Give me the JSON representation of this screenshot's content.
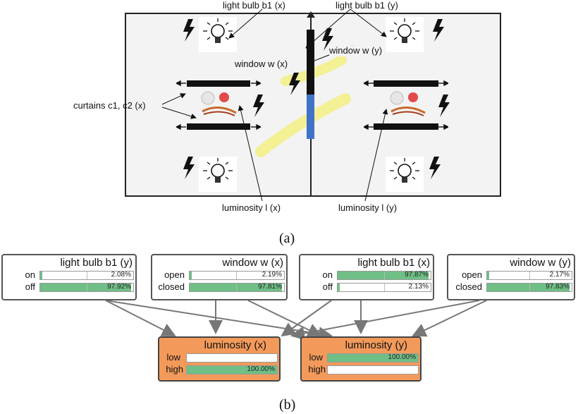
{
  "figure_a": {
    "labels": {
      "bulb_x": "light bulb b1 (x)",
      "bulb_y": "light bulb b1 (y)",
      "window_x": "window w (x)",
      "window_y": "window w (y)",
      "curtains": "curtains c1, c2 (x)",
      "lum_x": "luminosity l (x)",
      "lum_y": "luminosity l (y)"
    },
    "caption": "(a)"
  },
  "figure_b": {
    "caption": "(b)",
    "evidence_nodes": [
      {
        "title": "light bulb b1 (y)",
        "states": [
          {
            "label": "on",
            "pct": "2.08%",
            "value": 0.0208
          },
          {
            "label": "off",
            "pct": "97.92%",
            "value": 0.9792
          }
        ]
      },
      {
        "title": "window w (x)",
        "states": [
          {
            "label": "open",
            "pct": "2.19%",
            "value": 0.0219
          },
          {
            "label": "closed",
            "pct": "97.81%",
            "value": 0.9781
          }
        ]
      },
      {
        "title": "light bulb b1 (x)",
        "states": [
          {
            "label": "on",
            "pct": "97.87%",
            "value": 0.9787
          },
          {
            "label": "off",
            "pct": "2.13%",
            "value": 0.0213
          }
        ]
      },
      {
        "title": "window w (y)",
        "states": [
          {
            "label": "open",
            "pct": "2.17%",
            "value": 0.0217
          },
          {
            "label": "closed",
            "pct": "97.83%",
            "value": 0.9783
          }
        ]
      }
    ],
    "query_nodes": [
      {
        "title": "luminosity (x)",
        "states": [
          {
            "label": "low",
            "pct": "",
            "value": 0.0
          },
          {
            "label": "high",
            "pct": "100.00%",
            "value": 1.0
          }
        ]
      },
      {
        "title": "luminosity (y)",
        "states": [
          {
            "label": "low",
            "pct": "100.00%",
            "value": 1.0
          },
          {
            "label": "high",
            "pct": "",
            "value": 0.0
          }
        ]
      }
    ]
  },
  "colors": {
    "query_fill": "#f39a5b",
    "bar_fill": "#6fbf86",
    "light_beam": "#f4f08a",
    "window_glass": "#3f73c9"
  }
}
